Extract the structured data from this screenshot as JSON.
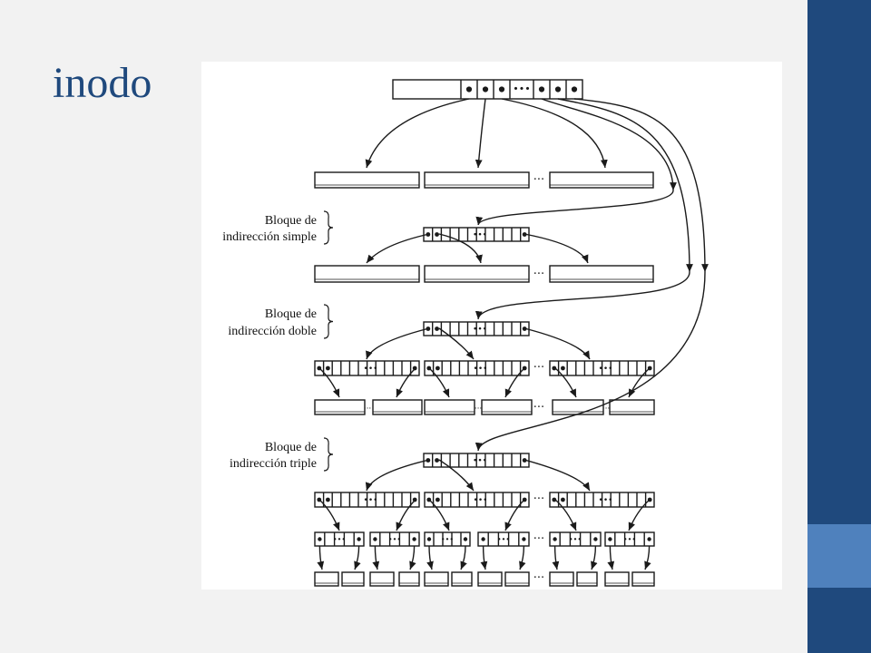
{
  "slide": {
    "title": "inodo",
    "colors": {
      "background": "#f2f2f2",
      "title": "#1f497d",
      "bar_dark": "#1f497d",
      "bar_accent": "#4f81bd",
      "panel": "#ffffff",
      "ink": "#1a1a1a"
    }
  },
  "diagram": {
    "labels": {
      "simple": {
        "line1": "Bloque de",
        "line2": "indirección simple"
      },
      "double": {
        "line1": "Bloque de",
        "line2": "indirección doble"
      },
      "triple": {
        "line1": "Bloque de",
        "line2": "indirección triple"
      }
    },
    "ellipsis": "•••",
    "gap_marker": "···"
  }
}
